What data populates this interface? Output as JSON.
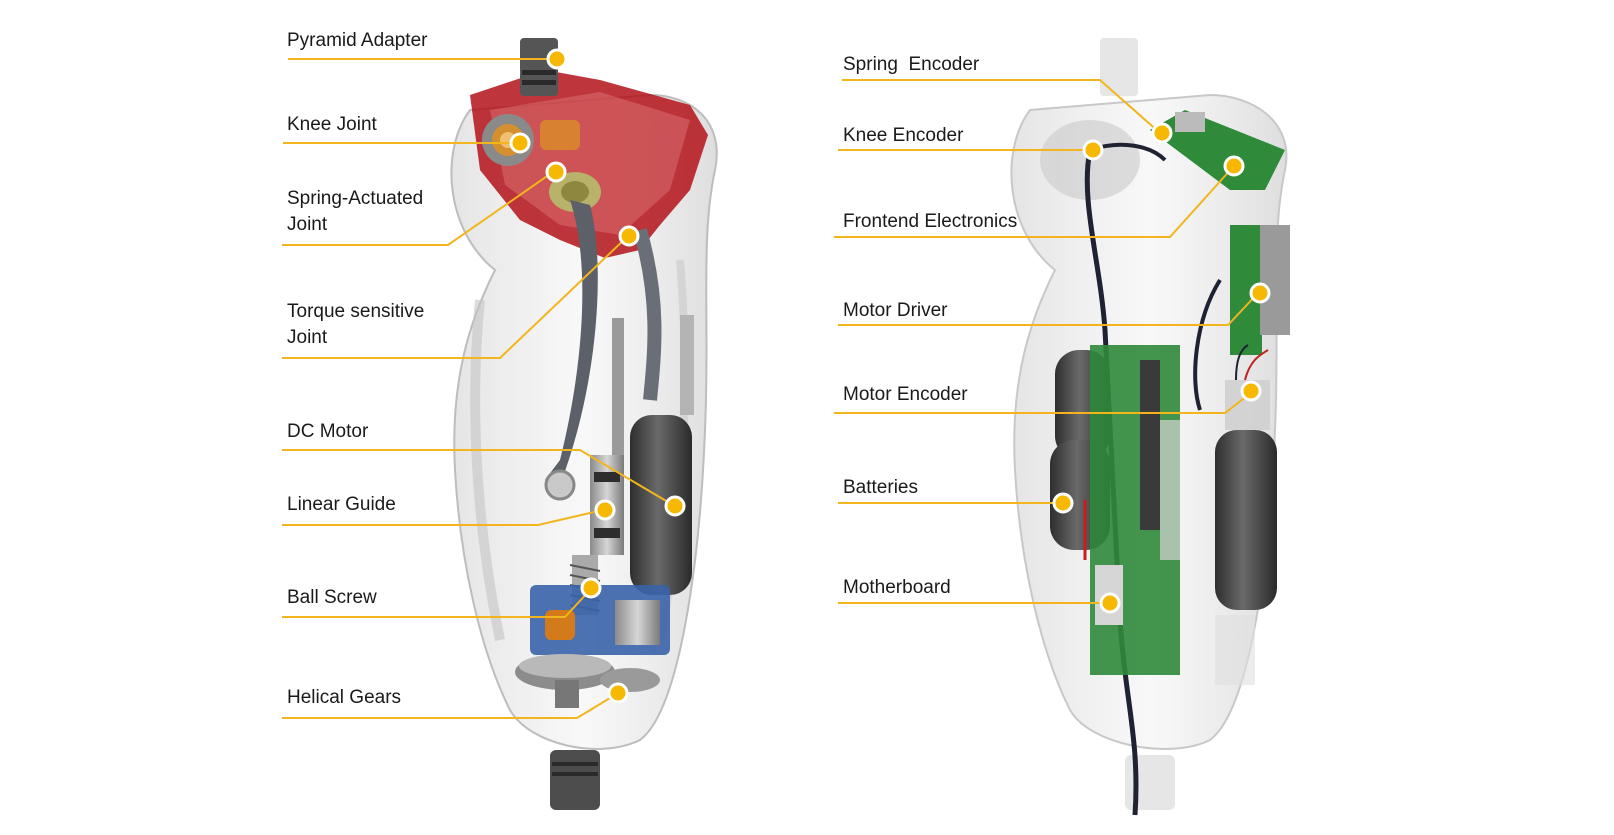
{
  "left_labels": [
    {
      "text": "Pyramid Adapter"
    },
    {
      "text": "Knee Joint"
    },
    {
      "text": "Spring-Actuated",
      "text2": "Joint"
    },
    {
      "text": "Torque sensitive",
      "text2": "Joint"
    },
    {
      "text": "DC Motor"
    },
    {
      "text": "Linear Guide"
    },
    {
      "text": "Ball Screw"
    },
    {
      "text": "Helical Gears"
    }
  ],
  "right_labels": [
    {
      "text": "Spring  Encoder"
    },
    {
      "text": "Knee Encoder"
    },
    {
      "text": "Frontend Electronics"
    },
    {
      "text": "Motor Driver"
    },
    {
      "text": "Motor Encoder"
    },
    {
      "text": "Batteries"
    },
    {
      "text": "Motherboard"
    }
  ],
  "colors": {
    "leader_line": "#f2b51c",
    "marker_fill": "#f6b800",
    "frame_red": "#b3121a",
    "shell": "#d8d8d8",
    "motor": "#4a4a4a",
    "pcb_green": "#2f8a3a",
    "block_blue": "#3a63a8",
    "bronze": "#d88a2a"
  }
}
